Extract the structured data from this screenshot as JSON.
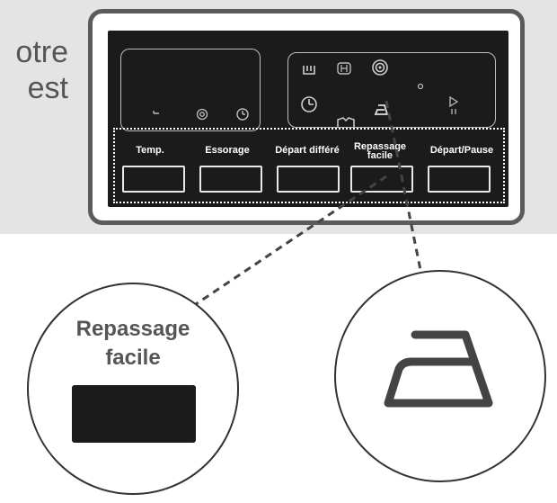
{
  "side_text": {
    "line1": "otre",
    "line2": "est"
  },
  "panel": {
    "display_left_icons": [
      "lock-icon",
      "spiral-icon",
      "timer-icon"
    ],
    "display_right_icons": [
      "cotton-icon",
      "synthetic-icon",
      "swirl-icon",
      "dot-icon",
      "rinse-icon",
      "clock-icon",
      "shirt-icon",
      "iron-icon",
      "play-pause-icon"
    ],
    "buttons": [
      {
        "label": "Temp."
      },
      {
        "label": "Essorage"
      },
      {
        "label": "Départ différé"
      },
      {
        "label_line1": "Repassage",
        "label_line2": "facile"
      },
      {
        "label": "Départ/Pause"
      }
    ]
  },
  "zoom_left": {
    "line1": "Repassage",
    "line2": "facile"
  },
  "zoom_right": {
    "icon": "iron-icon"
  },
  "colors": {
    "band": "#e4e4e4",
    "bezel": "#5b5b5b",
    "panel": "#1b1b1b",
    "text_gray": "#555555",
    "button_border": "#e8e8e8"
  }
}
